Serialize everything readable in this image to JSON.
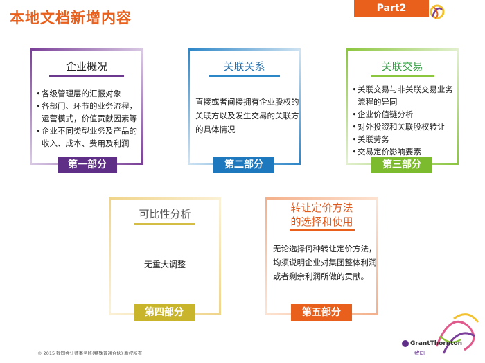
{
  "title": "本地文档新增内容",
  "part_tab": "Part2",
  "cards": [
    {
      "heading": "企业概况",
      "bullets": [
        "各级管理层的汇报对象",
        "各部门、环节的业务流程，运营模式，价值贡献因素等",
        "企业不同类型业务及产品的收入、成本、费用及利润"
      ],
      "badge": "第一部分",
      "color": "#5f2f87"
    },
    {
      "heading": "关联关系",
      "text": "直接或者间接拥有企业股权的关联方以及发生交易的关联方的具体情况",
      "badge": "第二部分",
      "color": "#1e78be"
    },
    {
      "heading": "关联交易",
      "bullets": [
        "关联交易与非关联交易业务流程的异同",
        "企业价值链分析",
        "对外投资和关联股权转让",
        "关联劳务",
        "交易定价影响要素"
      ],
      "badge": "第三部分",
      "color": "#7dbb2e"
    },
    {
      "heading": "可比性分析",
      "text": "无重大调整",
      "badge": "第四部分",
      "color": "#c9b52c"
    },
    {
      "heading_line1": "转让定价方法",
      "heading_line2": "的选择和使用",
      "text": "无论选择何种转让定价方法，均须说明企业对集团整体利润或者剩余利润所做的贡献。",
      "badge": "第五部分",
      "color": "#e8601c"
    }
  ],
  "footer": "© 2015 致同会计师事务所(特殊普通合伙) 版权所有",
  "brand": {
    "name": "GrantThornton",
    "cn_name": "致同"
  }
}
